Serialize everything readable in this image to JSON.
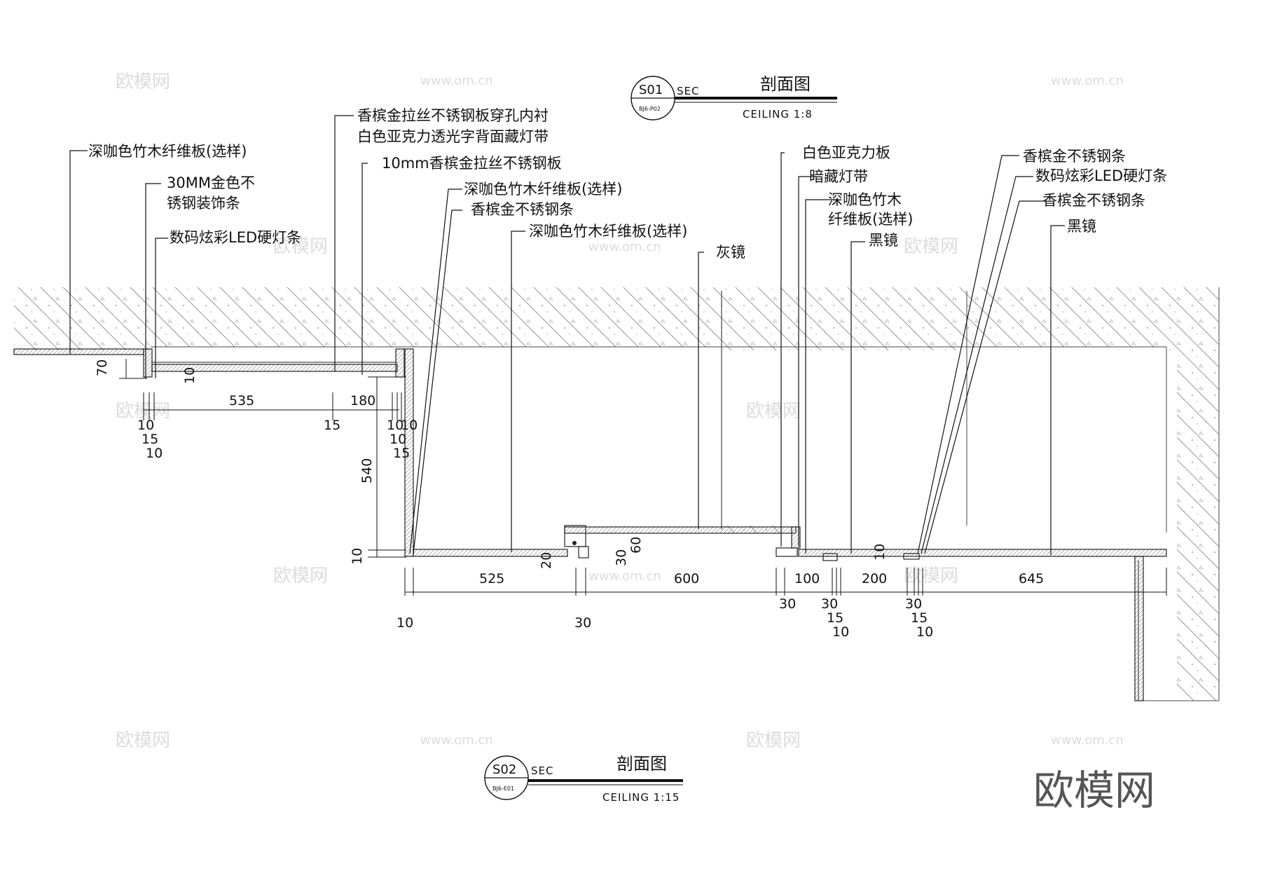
{
  "header": {
    "tag": "S01",
    "sec": "SEC",
    "ref": "BJ6-P02",
    "title": "剖面图",
    "scale": "CEILING 1:8"
  },
  "footer": {
    "tag": "S02",
    "sec": "SEC",
    "ref": "BJ6-E01",
    "title": "剖面图",
    "scale": "CEILING 1:15"
  },
  "brand": "欧模网",
  "watermark": {
    "text": "欧模网",
    "url": "www.om.cn"
  },
  "notes": [
    "深咖色竹木纤维板(选样)",
    "30MM金色不",
    "锈钢装饰条",
    "数码炫彩LED硬灯条",
    "香槟金拉丝不锈钢板穿孔内衬",
    "白色亚克力透光字背面藏灯带",
    "10mm香槟金拉丝不锈钢板",
    "深咖色竹木纤维板(选样)",
    "香槟金不锈钢条",
    "深咖色竹木纤维板(选样)",
    "灰镜",
    "白色亚克力板",
    "暗藏灯带",
    "深咖色竹木",
    "纤维板(选样)",
    "黑镜",
    "香槟金不锈钢条",
    "数码炫彩LED硬灯条",
    "香槟金不锈钢条",
    "黑镜"
  ],
  "dims": [
    "70",
    "10",
    "535",
    "180",
    "10",
    "15",
    "10",
    "15",
    "10",
    "10",
    "15",
    "10",
    "540",
    "10",
    "525",
    "20",
    "30",
    "60",
    "600",
    "100",
    "200",
    "645",
    "10",
    "30",
    "30",
    "30",
    "15",
    "10",
    "30",
    "15",
    "10",
    "10"
  ]
}
